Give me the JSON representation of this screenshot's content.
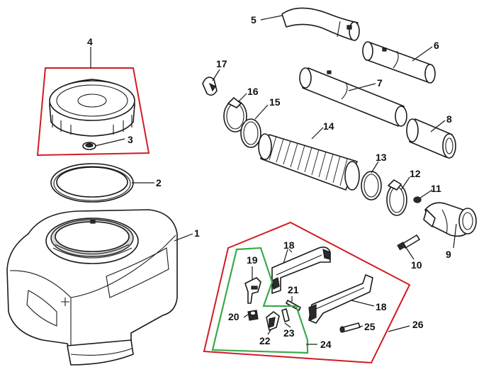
{
  "colors": {
    "highlight_red": "#d01c24",
    "highlight_green": "#3aa94a",
    "line": "#1a1a1a"
  },
  "labels": {
    "p1": "1",
    "p2": "2",
    "p3": "3",
    "p4": "4",
    "p5": "5",
    "p6": "6",
    "p7": "7",
    "p8": "8",
    "p9": "9",
    "p10": "10",
    "p11": "11",
    "p12": "12",
    "p13": "13",
    "p14": "14",
    "p15": "15",
    "p16": "16",
    "p17": "17",
    "p18a": "18",
    "p18b": "18",
    "p19": "19",
    "p20": "20",
    "p21": "21",
    "p22": "22",
    "p23": "23",
    "p24": "24",
    "p25": "25",
    "p26": "26"
  }
}
